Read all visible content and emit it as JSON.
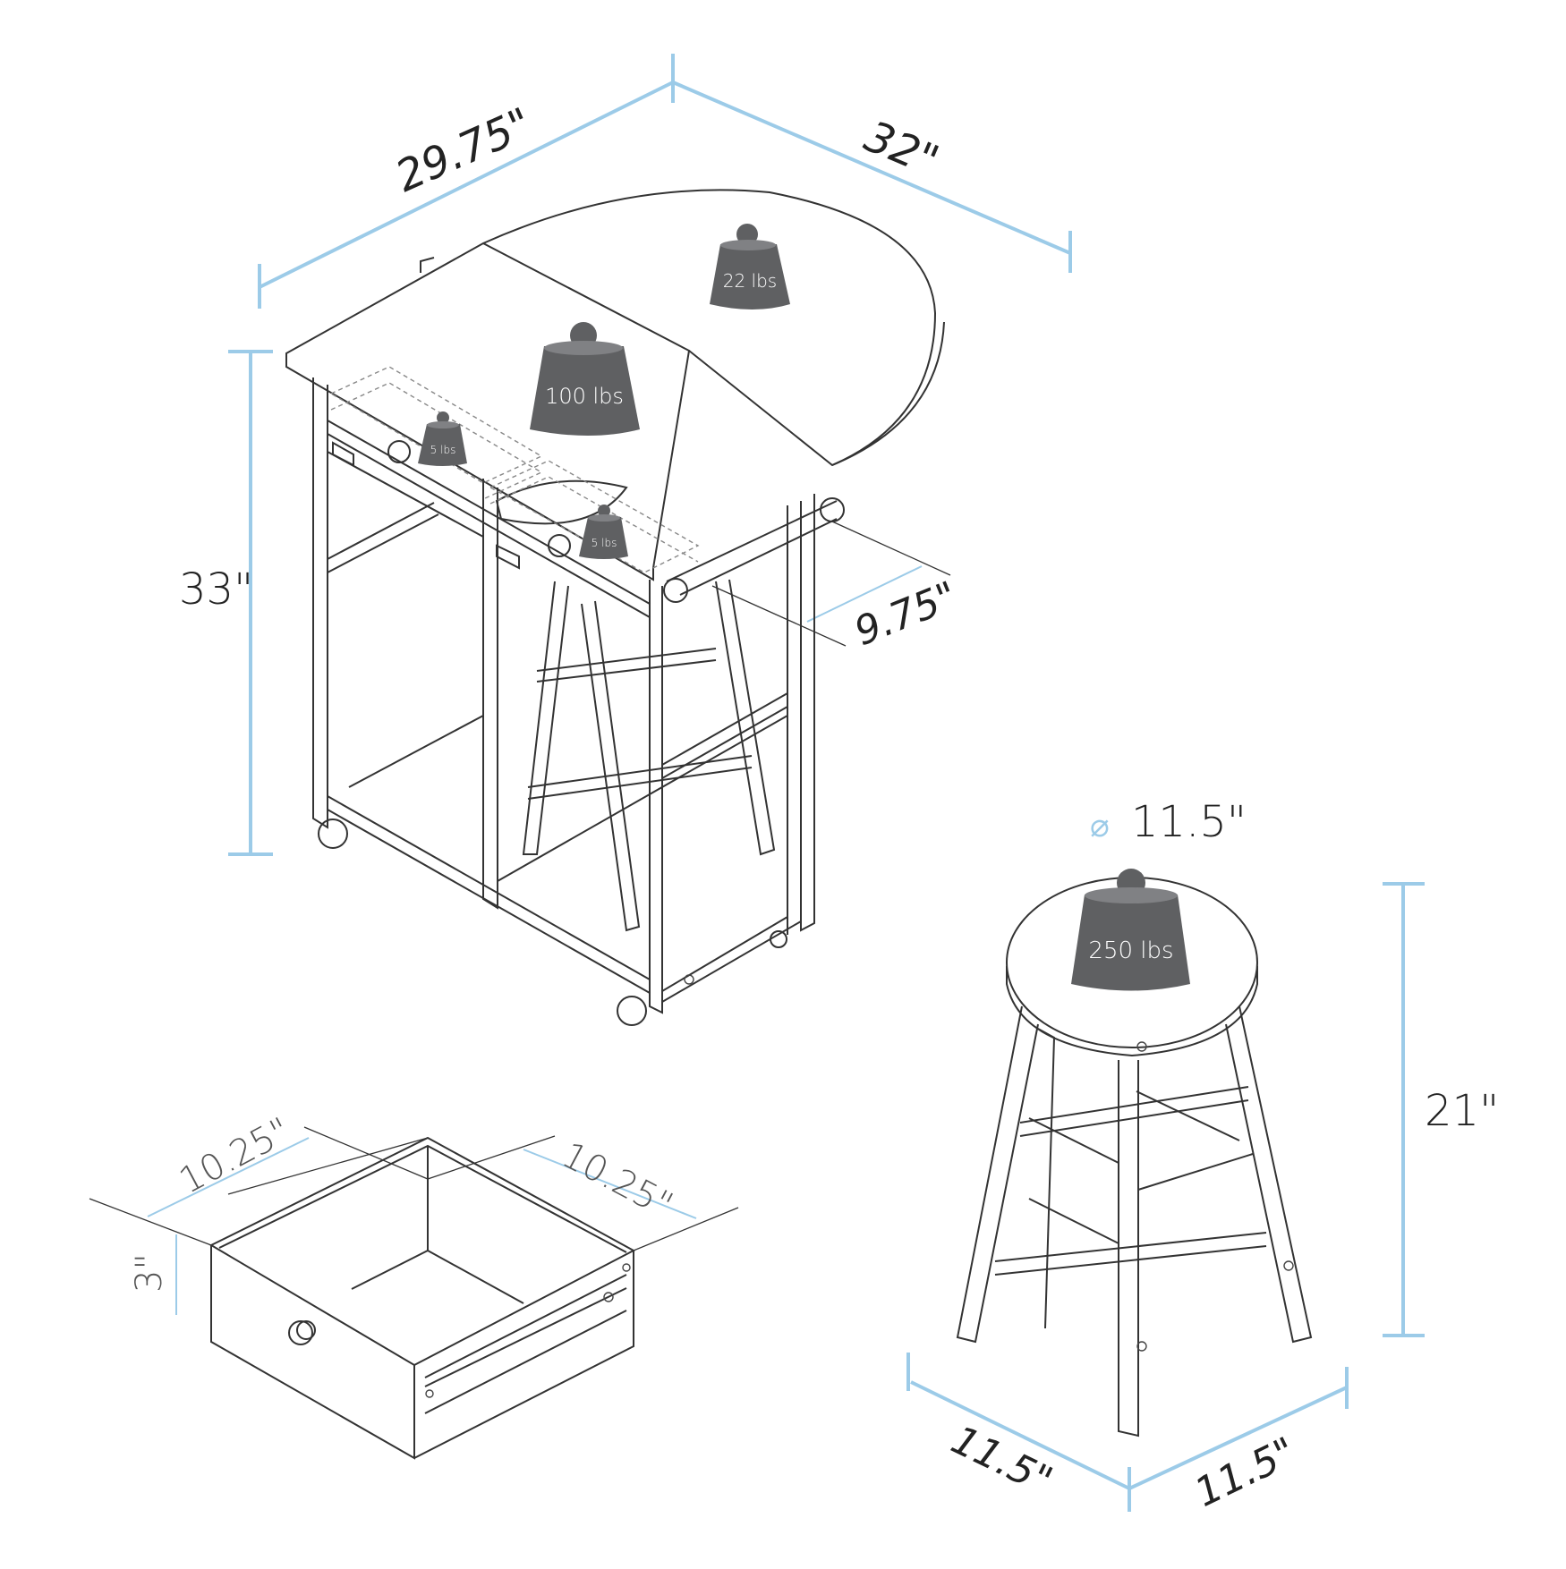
{
  "diagram": {
    "type": "furniture-dimension-drawing",
    "accent_color": "#9ccbe8",
    "weight_color": "#5f6062",
    "cart": {
      "width_label": "29.75\"",
      "depth_label": "32\"",
      "height_label": "33\"",
      "leaf_drop_label": "9.75\"",
      "weights": [
        {
          "id": "tabletop-leaf",
          "label": "22 lbs"
        },
        {
          "id": "tabletop-center",
          "label": "100 lbs"
        },
        {
          "id": "drawer-left",
          "label": "5 lbs"
        },
        {
          "id": "drawer-right",
          "label": "5 lbs"
        }
      ]
    },
    "drawer": {
      "width_label": "10.25\"",
      "depth_label": "10.25\"",
      "height_label": "3\""
    },
    "stool": {
      "diameter_symbol": "⌀",
      "diameter_label": "11.5\"",
      "height_label": "21\"",
      "base_left_label": "11.5\"",
      "base_right_label": "11.5\"",
      "weight_label": "250 lbs"
    }
  }
}
